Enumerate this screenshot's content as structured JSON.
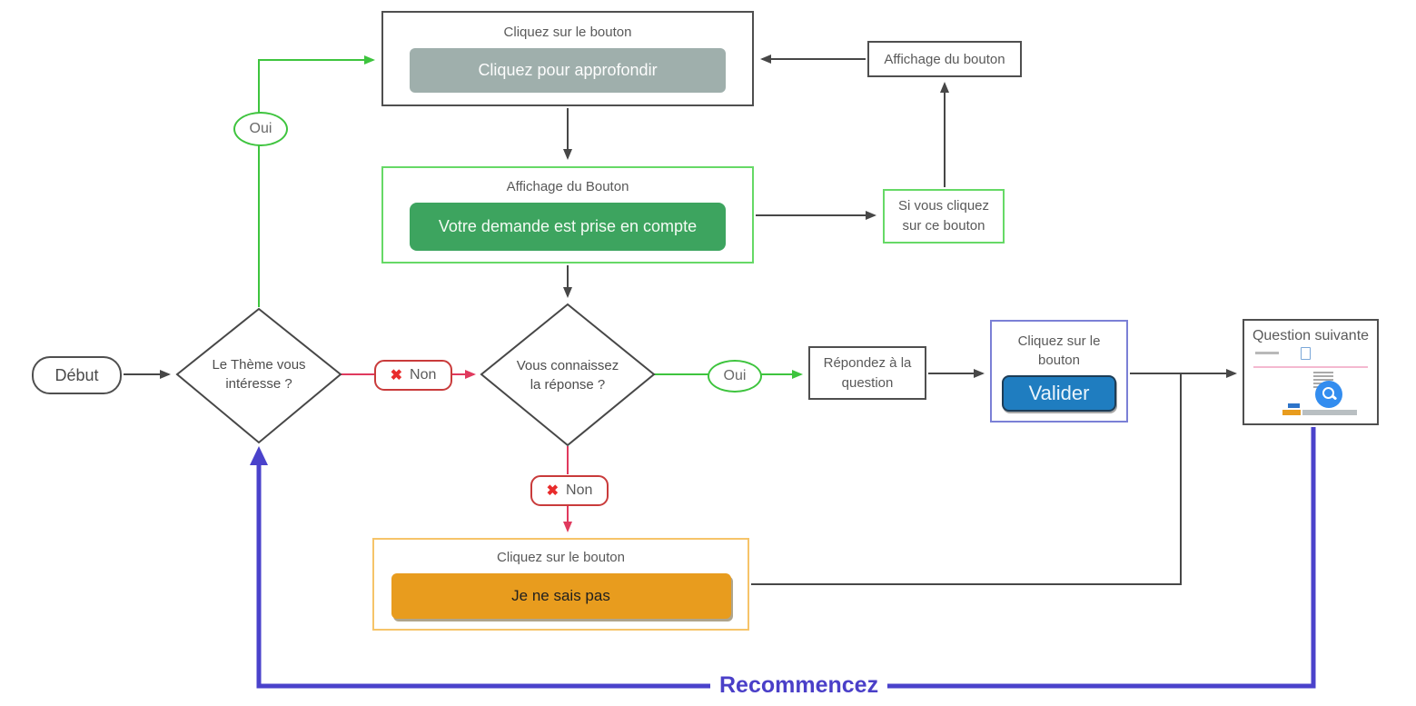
{
  "diagram": {
    "nodes": {
      "start": {
        "label": "Début"
      },
      "decision_theme": {
        "label": "Le Thème vous intéresse ?"
      },
      "decision_answer": {
        "label": "Vous connaissez la réponse ?"
      },
      "deepen_box": {
        "title": "Cliquez sur le bouton",
        "button": "Cliquez pour approfondir"
      },
      "display_button_box": {
        "label": "Affichage du bouton"
      },
      "request_box": {
        "title": "Affichage du Bouton",
        "button": "Votre demande est prise en compte"
      },
      "if_click_box": {
        "label": "Si vous cliquez sur ce bouton"
      },
      "answer_box": {
        "label": "Répondez à la question"
      },
      "validate_box": {
        "title": "Cliquez sur le bouton",
        "button": "Valider"
      },
      "next_question_box": {
        "title": "Question suivante"
      },
      "dont_know_box": {
        "title": "Cliquez sur le bouton",
        "button": "Je ne sais pas"
      }
    },
    "edges": {
      "yes_theme": "Oui",
      "yes_answer": "Oui",
      "no_theme": "Non",
      "no_answer": "Non",
      "no_icon": "✖",
      "restart": "Recommencez"
    },
    "colors": {
      "line_dark": "#474747",
      "line_green": "#3ec43e",
      "line_pink": "#e03a5e",
      "line_blue": "#4a42cb",
      "button_gray": "#9fafac",
      "button_green": "#3da45f",
      "button_blue": "#1f7dc0",
      "button_orange": "#e89c1e",
      "restart_text": "#4a3fc8"
    }
  }
}
